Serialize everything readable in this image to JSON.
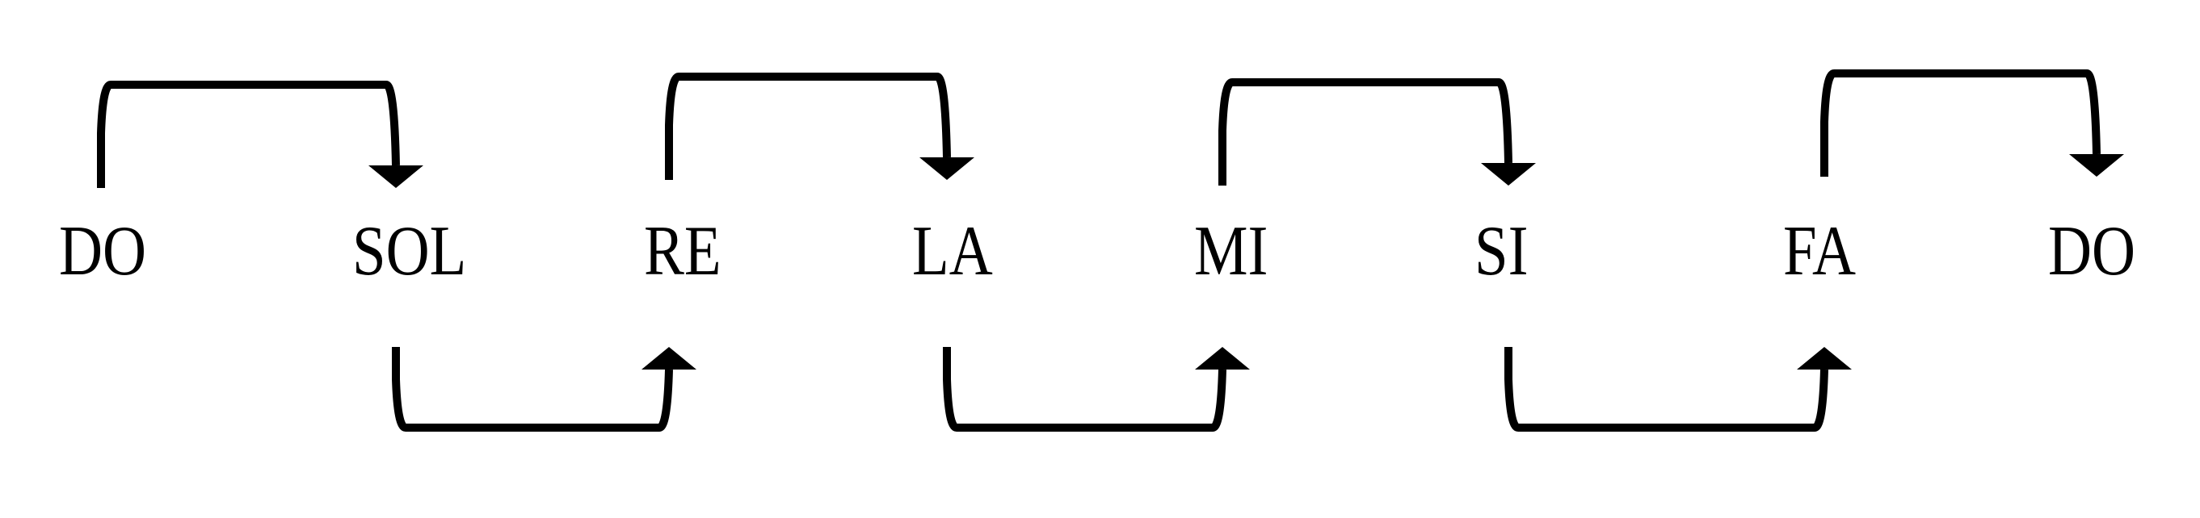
{
  "title": "Circle of fifths solfege sequence",
  "notes": [
    "DO",
    "SOL",
    "RE",
    "LA",
    "MI",
    "SI",
    "FA",
    "DO"
  ],
  "arrows": [
    {
      "from": 0,
      "to": 1,
      "side": "top"
    },
    {
      "from": 1,
      "to": 2,
      "side": "bottom"
    },
    {
      "from": 2,
      "to": 3,
      "side": "top"
    },
    {
      "from": 3,
      "to": 4,
      "side": "bottom"
    },
    {
      "from": 4,
      "to": 5,
      "side": "top"
    },
    {
      "from": 5,
      "to": 6,
      "side": "bottom"
    },
    {
      "from": 6,
      "to": 7,
      "side": "top"
    }
  ],
  "colors": {
    "ink": "#000000",
    "background": "#ffffff"
  }
}
